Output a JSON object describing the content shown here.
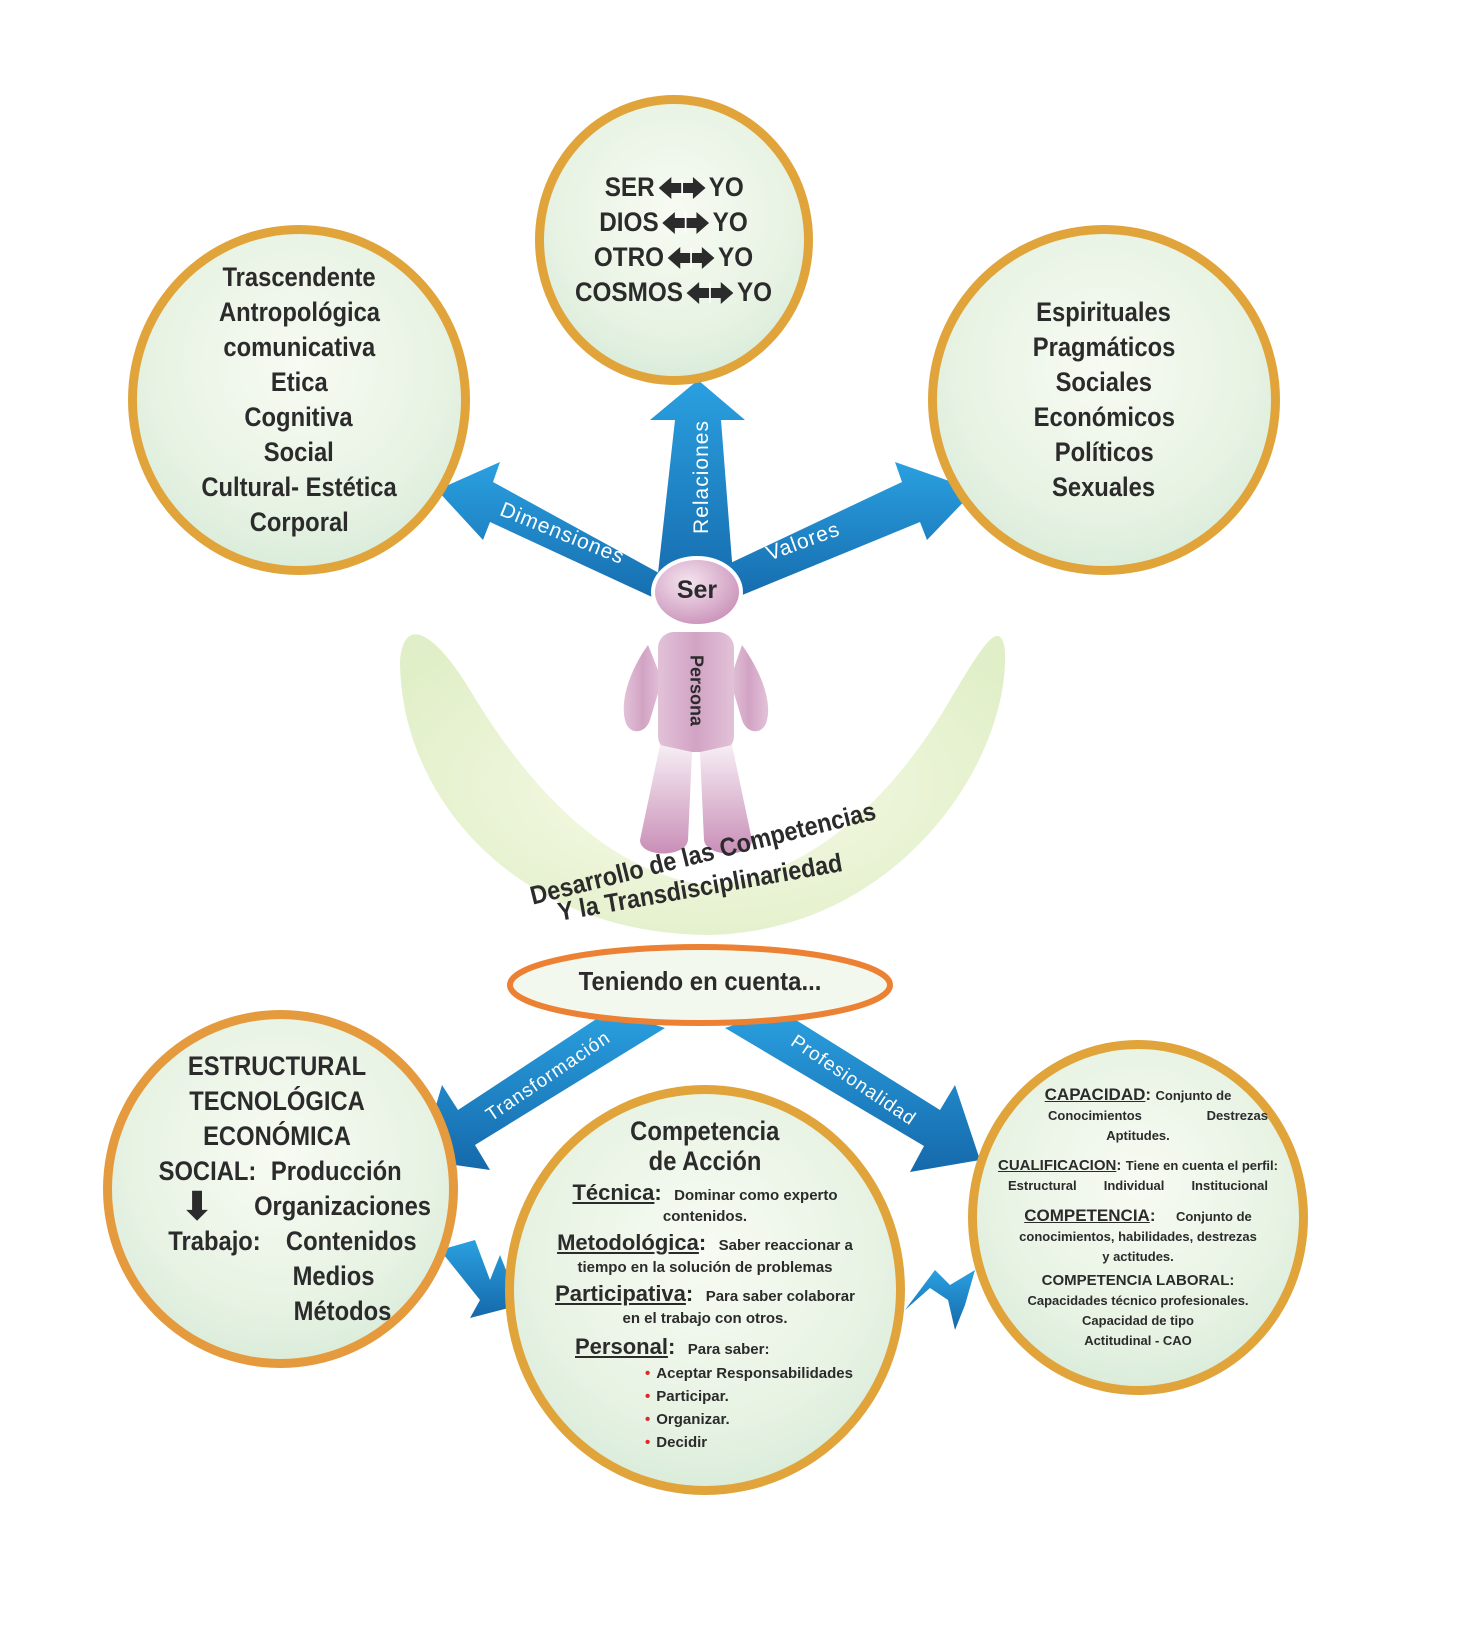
{
  "center": {
    "ser_label": "Ser",
    "persona_label": "Persona",
    "arc_line1": "Desarrollo de las Competencias",
    "arc_line2": "Y la Transdisciplinariedad",
    "oval_label": "Teniendo en cuenta..."
  },
  "arrows": {
    "dimensiones": "Dimensiones",
    "relaciones": "Relaciones",
    "valores": "Valores",
    "transformacion": "Transformación",
    "profesionalidad": "Profesionalidad"
  },
  "dimensiones_circle": {
    "items": [
      "Trascendente",
      "Antropológica",
      "comunicativa",
      "Etica",
      "Cognitiva",
      "Social",
      "Cultural- Estética",
      "Corporal"
    ]
  },
  "relaciones_circle": {
    "rows": [
      {
        "left": "SER",
        "right": "YO"
      },
      {
        "left": "DIOS",
        "right": "YO"
      },
      {
        "left": "OTRO",
        "right": "YO"
      },
      {
        "left": "COSMOS",
        "right": "YO"
      }
    ]
  },
  "valores_circle": {
    "items": [
      "Espirituales",
      "Pragmáticos",
      "Sociales",
      "Económicos",
      "Políticos",
      "Sexuales"
    ]
  },
  "transformacion_circle": {
    "line1": "ESTRUCTURAL",
    "line2": "TECNOLÓGICA",
    "line3": "ECONÓMICA",
    "social_label": "SOCIAL:",
    "social_item1": "Producción",
    "social_item2": "Organizaciones",
    "trabajo_label": "Trabajo:",
    "trabajo_item1": "Contenidos",
    "trabajo_item2": "Medios",
    "trabajo_item3": "Métodos"
  },
  "competencia_circle": {
    "title1": "Competencia",
    "title2": "de Acción",
    "tecnica_head": "Técnica",
    "tecnica_text1": "Dominar como experto",
    "tecnica_text2": "contenidos.",
    "metodologica_head": "Metodológica",
    "metodologica_text1": "Saber reaccionar a",
    "metodologica_text2": "tiempo en la solución de problemas",
    "participativa_head": "Participativa",
    "participativa_text1": "Para saber colaborar",
    "participativa_text2": "en el trabajo con otros.",
    "personal_head": "Personal",
    "personal_text": "Para saber:",
    "personal_items": [
      "Aceptar Responsabilidades",
      "Participar.",
      "Organizar.",
      "Decidir"
    ]
  },
  "profesionalidad_circle": {
    "capacidad_head": "CAPACIDAD",
    "capacidad_text1": "Conjunto de",
    "capacidad_w1": "Conocimientos",
    "capacidad_w2": "Destrezas",
    "capacidad_w3": "Aptitudes.",
    "cualificacion_head": "CUALIFICACION",
    "cualificacion_text": "Tiene en cuenta el perfil:",
    "cualificacion_w1": "Estructural",
    "cualificacion_w2": "Individual",
    "cualificacion_w3": "Institucional",
    "competencia_head": "COMPETENCIA",
    "competencia_text1": "Conjunto de",
    "competencia_text2": "conocimientos, habilidades, destrezas",
    "competencia_text3": "y actitudes.",
    "laboral_head": "COMPETENCIA LABORAL:",
    "laboral_text1": "Capacidades técnico profesionales.",
    "laboral_text2": "Capacidad de tipo",
    "laboral_text3": "Actitudinal - CAO"
  },
  "colors": {
    "arrow_blue": "#1c7cc0",
    "circle_border": "#e0a43a",
    "oval_border": "#ec8134",
    "persona_pink": "#c98fb8",
    "bullet_red": "#e2262a"
  }
}
